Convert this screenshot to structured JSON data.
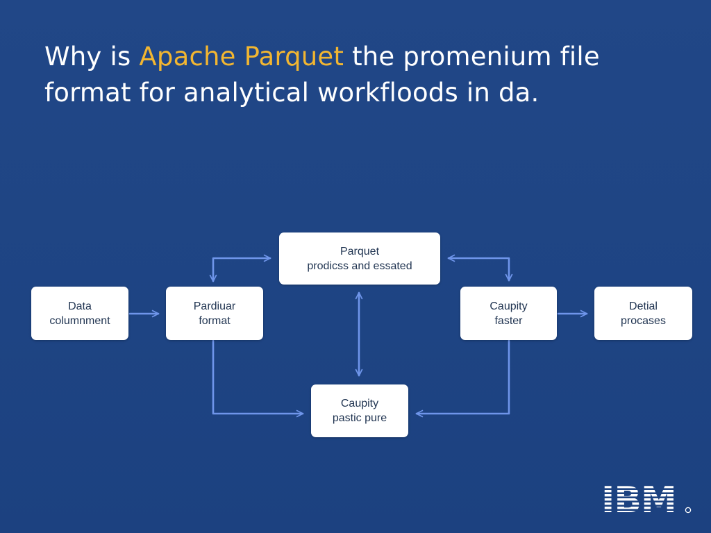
{
  "title": {
    "part1": "Why is ",
    "highlight": "Apache Parquet",
    "part2": " the promenium  file",
    "line2": "format for analytical workfloods in da."
  },
  "nodes": {
    "data_columnment": {
      "line1": "Data",
      "line2": "columnment"
    },
    "pardiuar_format": {
      "line1": "Pardiuar",
      "line2": "format"
    },
    "parquet_prodicss": {
      "line1": "Parquet",
      "line2": "prodicss and essated"
    },
    "caupity_faster": {
      "line1": "Caupity",
      "line2": "faster"
    },
    "detial_procases": {
      "line1": "Detial",
      "line2": "procases"
    },
    "caupity_pastic": {
      "line1": "Caupity",
      "line2": "pastic pure"
    }
  },
  "logo": {
    "text": "IBM"
  },
  "colors": {
    "background": "#1f4484",
    "title_text": "#ffffff",
    "title_highlight": "#f2b631",
    "connector": "#6f95ea",
    "node_fill": "#ffffff",
    "node_text": "#1f3350"
  }
}
